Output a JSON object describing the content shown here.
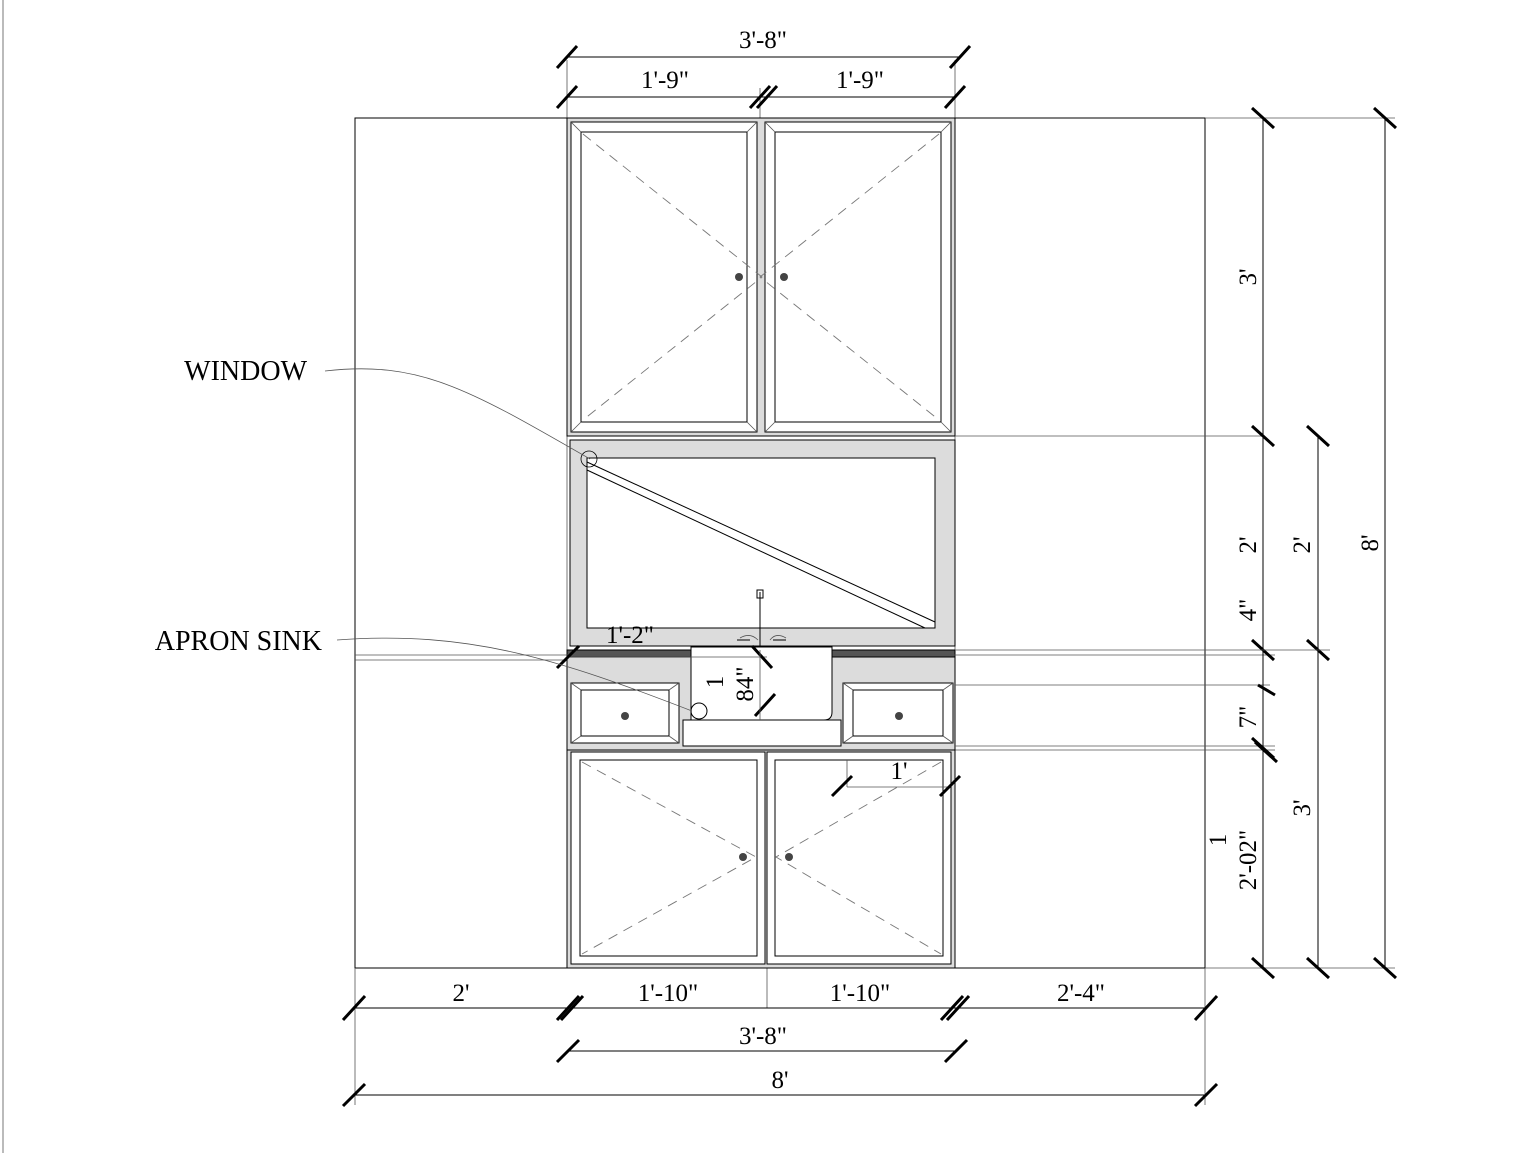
{
  "labels": {
    "window": "WINDOW",
    "apron_sink": "APRON SINK"
  },
  "dimensions": {
    "top_total": "3'-8\"",
    "top_left": "1'-9\"",
    "top_right": "1'-9\"",
    "bottom_left_wall": "2'",
    "bottom_left_door": "1'-10\"",
    "bottom_right_door": "1'-10\"",
    "bottom_right_wall": "2'-4\"",
    "bottom_cabinet_total": "3'-8\"",
    "bottom_overall": "8'",
    "right_upper": "3'",
    "right_window": "2'",
    "right_window_outer": "2'",
    "right_overall": "8'",
    "right_backsplash": "4\"",
    "right_drawer": "7\"",
    "right_base_outer": "3'",
    "right_base_frac_num": "1",
    "right_base_frac": "2'-02\"",
    "sink_frac_num": "1",
    "sink_frac": "84\"",
    "sink_offset": "1'-2\"",
    "drawer_width": "1'"
  },
  "colors": {
    "line": "#000000",
    "frame_fill": "#dcdcdc",
    "background": "#ffffff"
  }
}
